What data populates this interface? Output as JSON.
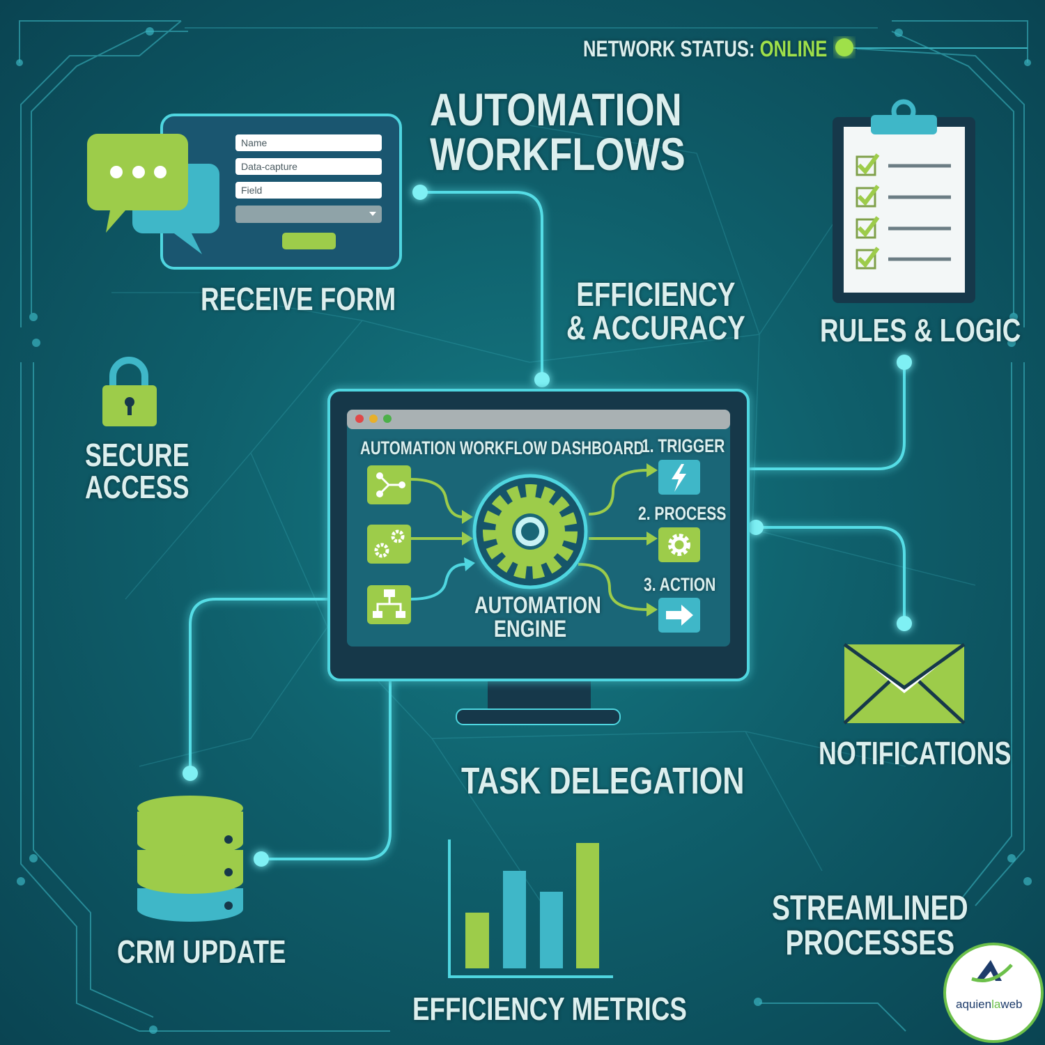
{
  "status": {
    "label": "NETWORK STATUS:",
    "value": "ONLINE",
    "color": "#9fe04a"
  },
  "title": {
    "line1": "AUTOMATION",
    "line2": "WORKFLOWS"
  },
  "form": {
    "fields": [
      "Name",
      "Data-capture",
      "Field"
    ],
    "caption": "RECEIVE FORM"
  },
  "efficiency": {
    "line1": "EFFICIENCY",
    "line2": "& ACCURACY"
  },
  "rules": {
    "caption": "RULES & LOGIC"
  },
  "secure": {
    "line1": "SECURE",
    "line2": "ACCESS"
  },
  "dashboard": {
    "title": "AUTOMATION WORKFLOW DASHBOARD",
    "engine_line1": "AUTOMATION",
    "engine_line2": "ENGINE",
    "steps": [
      {
        "label": "1. TRIGGER",
        "icon": "lightning-icon"
      },
      {
        "label": "2. PROCESS",
        "icon": "gear-icon"
      },
      {
        "label": "3. ACTION",
        "icon": "arrow-right-icon"
      }
    ]
  },
  "notifications": {
    "caption": "NOTIFICATIONS"
  },
  "task": {
    "caption": "TASK DELEGATION"
  },
  "crm": {
    "caption": "CRM UPDATE"
  },
  "metrics": {
    "caption": "EFFICIENCY METRICS"
  },
  "streamlined": {
    "line1": "STREAMLINED",
    "line2": "PROCESSES"
  },
  "logo": {
    "brand_dark": "aquien",
    "brand_green": "la",
    "brand_end": "web"
  },
  "colors": {
    "green": "#9dcc4a",
    "cyan": "#4fd6e0",
    "background": "#0f5f6b",
    "navy": "#16384a"
  }
}
